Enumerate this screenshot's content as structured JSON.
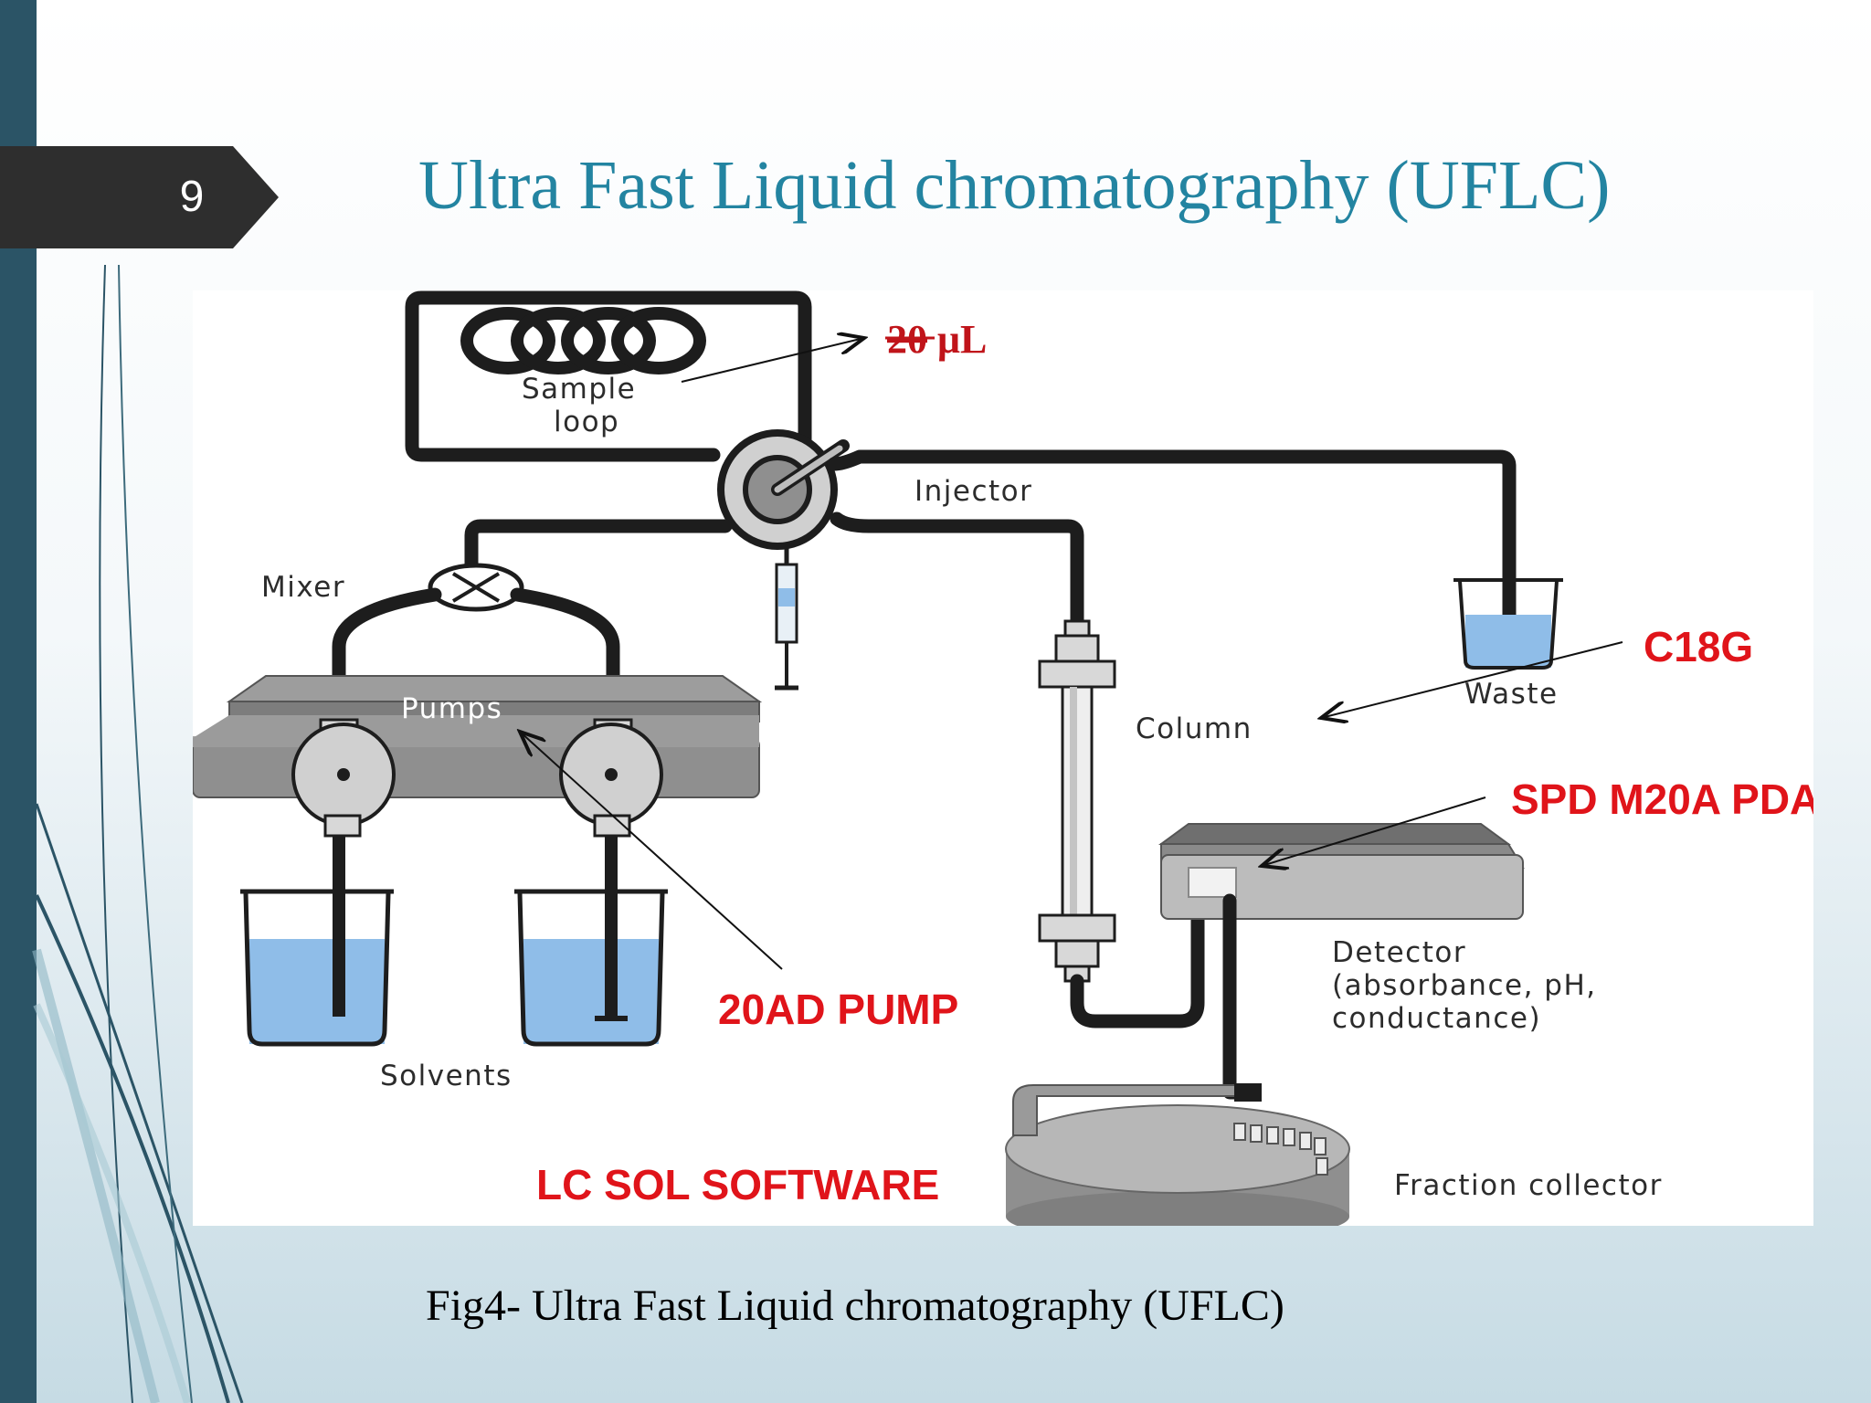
{
  "slide": {
    "number": "9",
    "title": "Ultra Fast Liquid chromatography (UFLC)",
    "caption": "Fig4- Ultra Fast Liquid chromatography (UFLC)"
  },
  "diagram": {
    "labels": {
      "sample_loop_line1": "Sample",
      "sample_loop_line2": "loop",
      "injector": "Injector",
      "mixer": "Mixer",
      "pumps": "Pumps",
      "waste": "Waste",
      "column": "Column",
      "solvents": "Solvents",
      "detector_line1": "Detector",
      "detector_line2": "(absorbance, pH,",
      "detector_line3": "conductance)",
      "fraction_collector": "Fraction collector"
    },
    "annotations": {
      "volume_struck": "20",
      "volume_unit": " μL",
      "column_type": "C18G",
      "detector_model": "SPD M20A PDA",
      "pump_model": "20AD PUMP",
      "software": "LC SOL SOFTWARE"
    }
  },
  "colors": {
    "accent_title": "#2384a1",
    "left_bar": "#2b5466",
    "number_tab": "#2e2e2e",
    "annotation_red": "#e0141a",
    "solvent_blue": "#8fbde8"
  }
}
